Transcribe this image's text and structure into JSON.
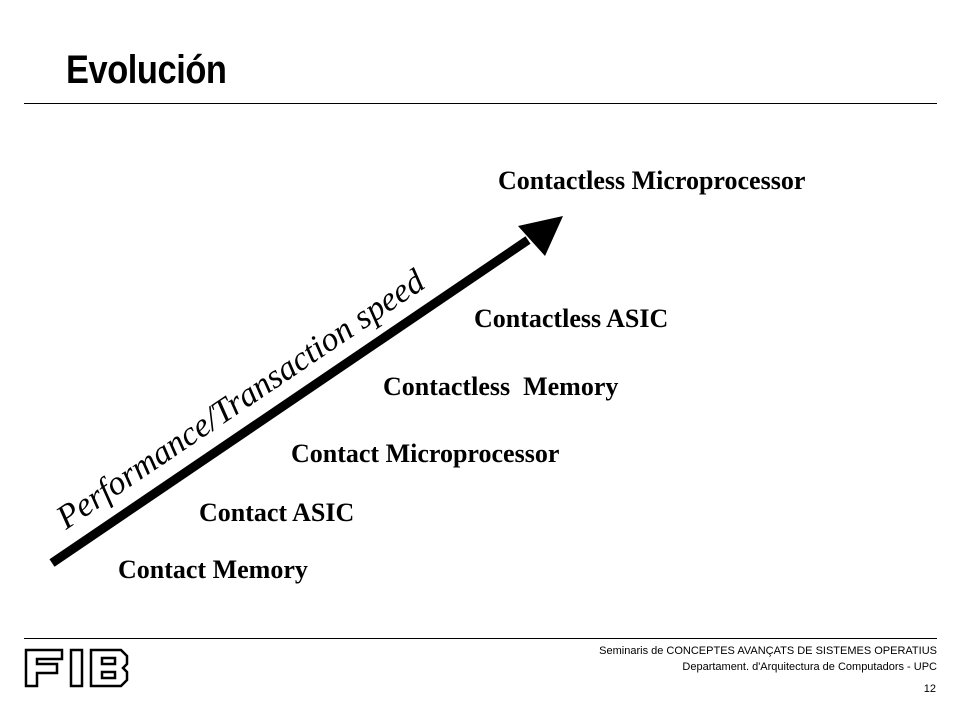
{
  "slide": {
    "title": "Evolución",
    "page_number": "12"
  },
  "diagram": {
    "axis_label": "Performance/Transaction speed",
    "stages": [
      "Contact Memory",
      "Contact ASIC",
      "Contact Microprocessor",
      "Contactless  Memory",
      "Contactless ASIC",
      "Contactless Microprocessor"
    ]
  },
  "footer": {
    "line1": "Seminaris de CONCEPTES AVANÇATS DE SISTEMES OPERATIUS",
    "line2": "Departament.  d'Arquitectura de Computadors - UPC",
    "logo_icon": "fib-logo-icon"
  }
}
